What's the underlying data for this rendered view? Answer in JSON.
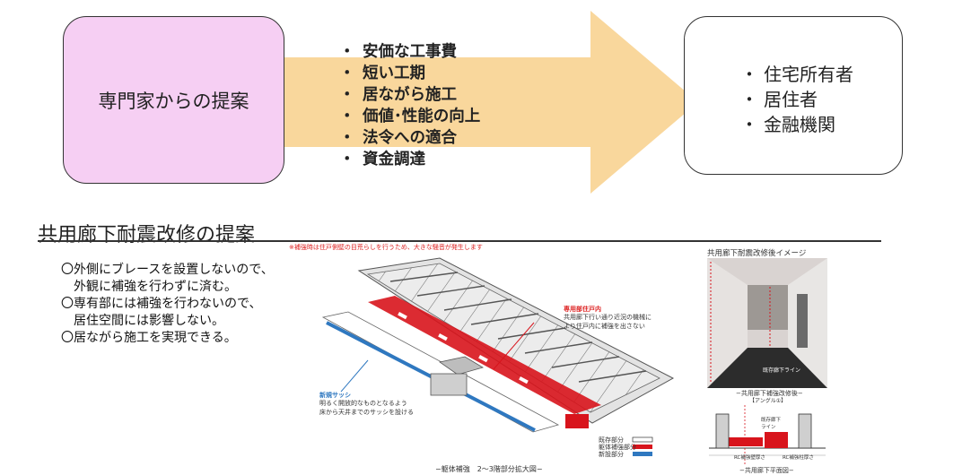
{
  "flow": {
    "source_label": "専門家からの提案",
    "benefits": [
      "安価な工事費",
      "短い工期",
      "居ながら施工",
      "価値･性能の向上",
      "法令への適合",
      "資金調達"
    ],
    "beneficiaries": [
      "住宅所有者",
      "居住者",
      "金融機関"
    ]
  },
  "section": {
    "title": "共用廊下耐震改修の提案",
    "notes": [
      "〇外側にブレースを設置しないので、",
      "外観に補強を行わずに済む。",
      "〇専有部には補強を行わないので、",
      "居住空間には影響しない。",
      "〇居ながら施工を実現できる。"
    ]
  },
  "figure": {
    "warning": "※補強時は住戸側壁の目荒らしを行うため、大きな騒音が発生します",
    "callout_title": "専用部住戸内",
    "callout_body": "共用廊下行い通り近況の機械に\nより住戸内に補強を出さない",
    "sash_title": "新規サッシ",
    "sash_body": "明るく開放的なものとなるよう\n床から天井までのサッシを設ける",
    "legend": [
      "既存部分",
      "躯体補強部分",
      "新設部分"
    ],
    "caption": "−躯体補強　2〜3階部分拡大図−",
    "right_title": "共用廊下耐震改修後イメージ",
    "right_caption": "−共用廊下補強改修後−",
    "right_caption_sub": "【アングル①】",
    "right_bottom_caption": "−共用廊下平面図−",
    "right_note1": "既存廊下\nライン",
    "right_note2": "RC補強壁厚さ",
    "right_note3": "RC補強柱厚さ",
    "photo_label": "既存廊下ライン"
  },
  "colors": {
    "left_box": "#f6cff3",
    "arrow": "#f9d79c",
    "reinforce": "#d8141c",
    "new_part": "#2f78c0",
    "existing": "#ffffff"
  }
}
